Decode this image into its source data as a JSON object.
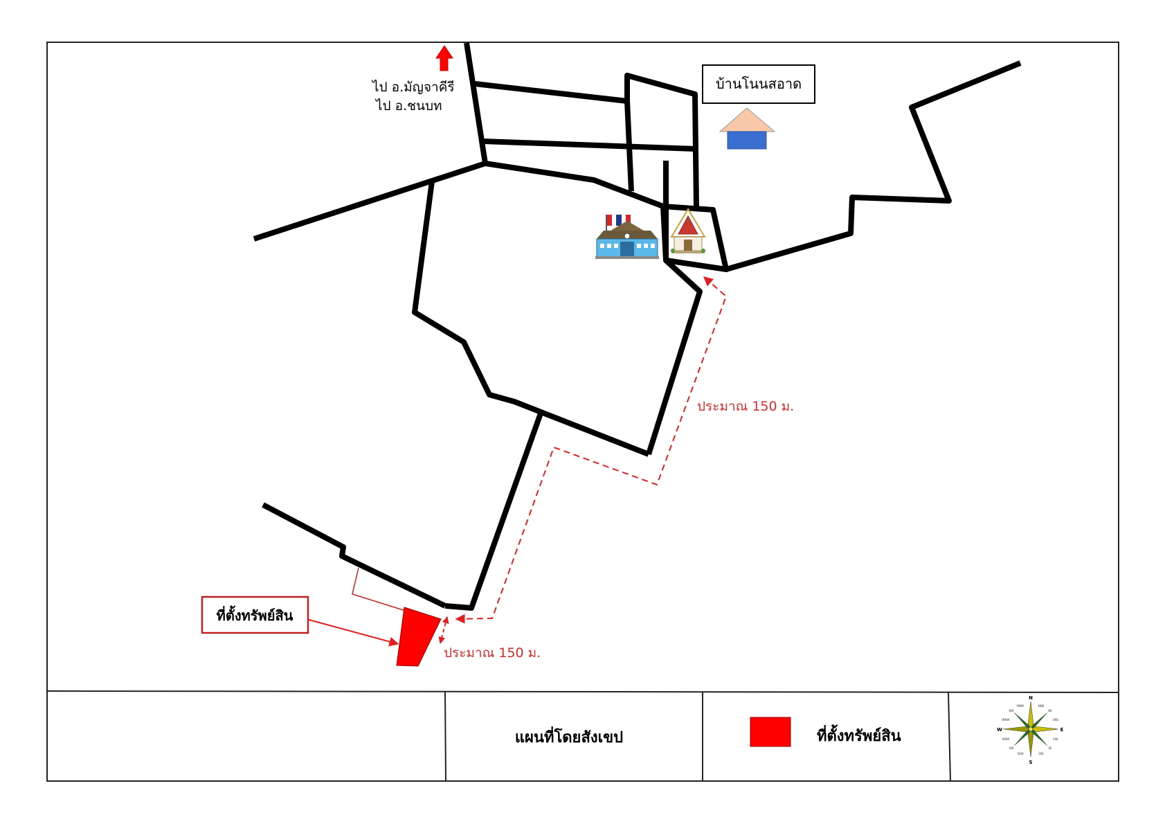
{
  "map": {
    "direction_note_line1": "ไป อ.มัญจาคีรี",
    "direction_note_line2": "ไป อ.ชนบท",
    "village_name": "บ้านโนนสอาด",
    "property_callout": "ที่ตั้งทรัพย์สิน",
    "distance_upper": "ประมาณ 150 ม.",
    "distance_lower": "ประมาณ 150 ม."
  },
  "footer": {
    "map_title": "แผนที่โดยสังเขป",
    "legend_label": "ที่ตั้งทรัพย์สิน"
  },
  "compass": {
    "n": "N",
    "s": "S",
    "e": "E",
    "w": "W",
    "nne": "NNE",
    "ne": "NE",
    "ene": "ENE",
    "ese": "ESE",
    "se": "SE",
    "sse": "SSE",
    "ssw": "SSW",
    "sw": "SW",
    "wsw": "WSW",
    "wnw": "WNW",
    "nw": "NW",
    "nnw": "NNW"
  },
  "colors": {
    "road": "#000000",
    "property": "#ff0000",
    "route": "#e02020",
    "label_red": "#d42a2a",
    "house_roof": "#f8c8a8",
    "house_body": "#3a6ed0"
  }
}
